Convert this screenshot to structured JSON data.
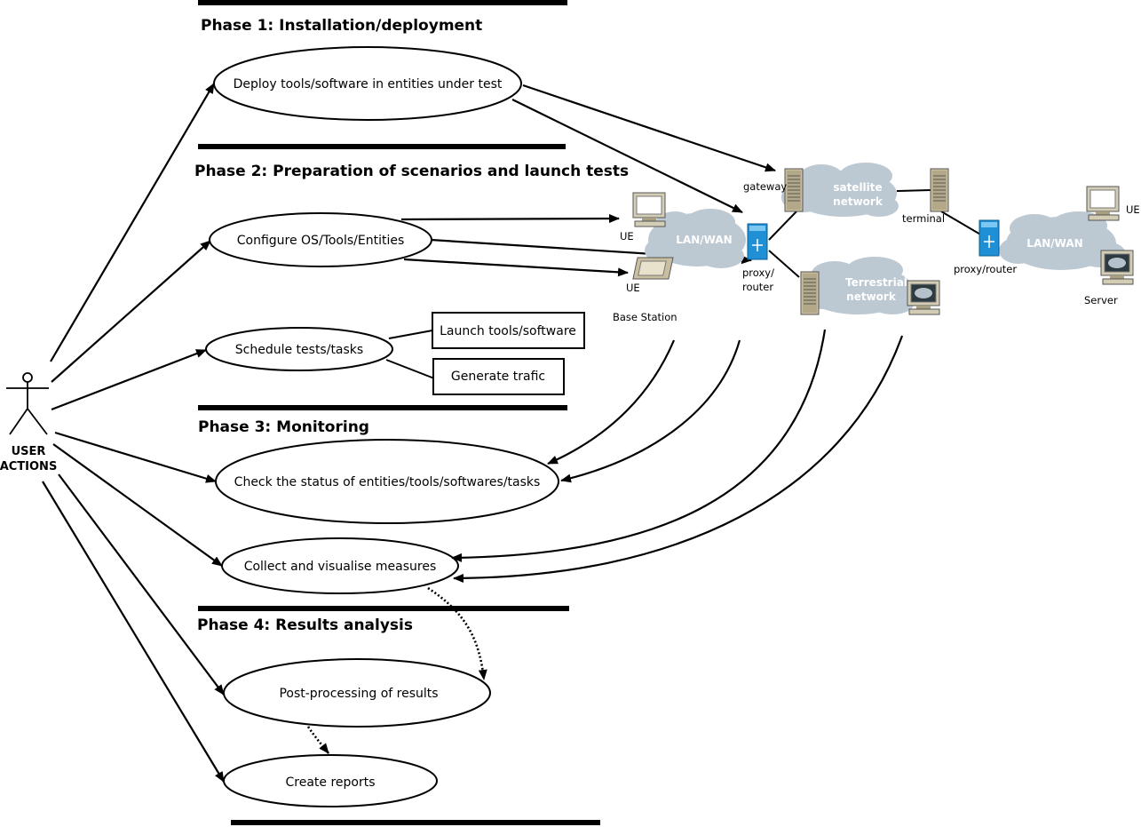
{
  "phases": [
    "Phase 1: Installation/deployment",
    "Phase 2: Preparation of scenarios and launch tests",
    "Phase 3: Monitoring",
    "Phase 4: Results analysis"
  ],
  "actor": {
    "line1": "USER",
    "line2": "ACTIONS"
  },
  "use_cases": {
    "deploy": "Deploy tools/software in entities under test",
    "configure": "Configure OS/Tools/Entities",
    "schedule": "Schedule tests/tasks",
    "check_status": "Check the status of entities/tools/softwares/tasks",
    "collect": "Collect and visualise measures",
    "post_processing": "Post-processing of results",
    "reports": "Create reports"
  },
  "tasks": {
    "launch": "Launch tools/software",
    "generate": "Generate trafic"
  },
  "network": {
    "gateway": "gateway",
    "satellite_1": "satellite",
    "satellite_2": "network",
    "terminal": "terminal",
    "ue_top_right": "UE",
    "lan_wan_right": "LAN/WAN",
    "proxy_router_right": "proxy/router",
    "server": "Server",
    "ue_pc_left": "UE",
    "lan_wan_left": "LAN/WAN",
    "proxy_router_left_1": "proxy/",
    "proxy_router_left_2": "router",
    "ue_tablet": "UE",
    "base_station": "Base Station",
    "terrestrial_1": "Terrestrial",
    "terrestrial_2": "network"
  },
  "colors": {
    "cloud": "#bcc8d2",
    "router": "#1f8fd6",
    "server_tan": "#c9bfa0"
  }
}
